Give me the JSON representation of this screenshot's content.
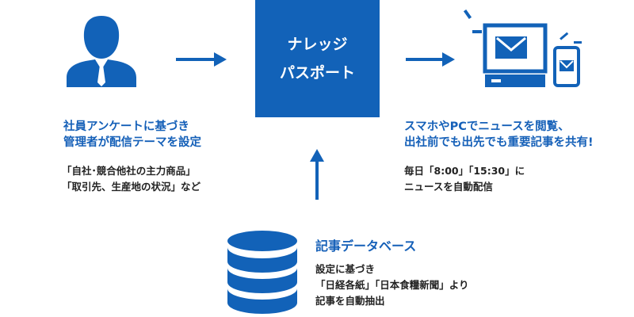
{
  "colors": {
    "accent": "#1262b8",
    "text": "#222222",
    "background": "#ffffff"
  },
  "left": {
    "icon": "businessman-icon",
    "lead": [
      "社員アンケートに基づき",
      "管理者が配信テーマを設定"
    ],
    "detail": [
      "「自社･競合他社の主力商品」",
      "「取引先、生産地の状況」など"
    ]
  },
  "center": {
    "title_lines": [
      "ナレッジ",
      "パスポート"
    ]
  },
  "right": {
    "icons": [
      "desktop-mail-icon",
      "smartphone-mail-icon"
    ],
    "lead": [
      "スマホやPCでニュースを閲覧、",
      "出社前でも出先でも重要記事を共有!"
    ],
    "detail": [
      "毎日「8:00」「15:30」に",
      "ニュースを自動配信"
    ]
  },
  "bottom": {
    "icon": "database-icon",
    "title": "記事データベース",
    "detail": [
      "設定に基づき",
      "「日経各紙」「日本食糧新聞」より",
      "記事を自動抽出"
    ]
  }
}
